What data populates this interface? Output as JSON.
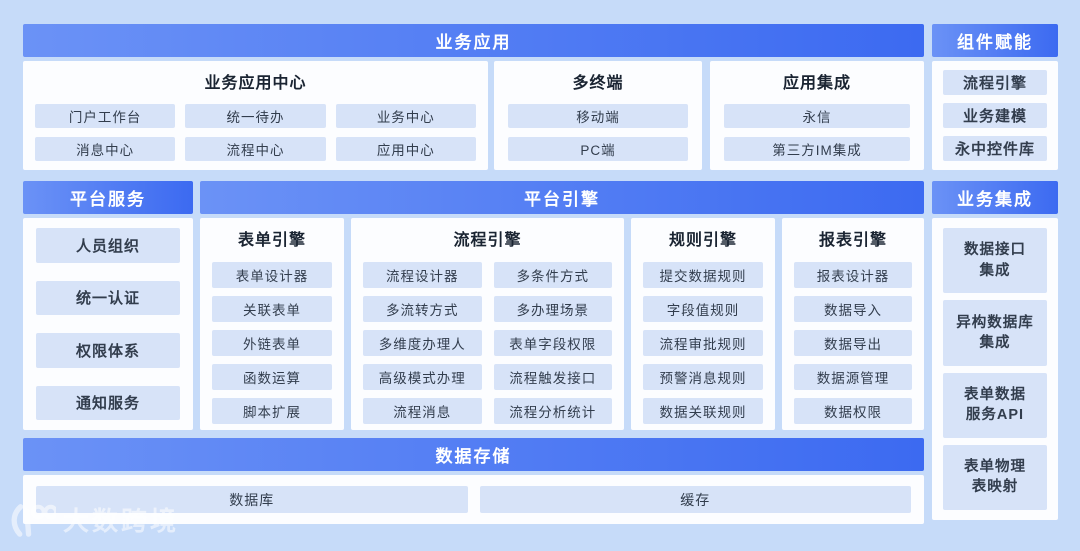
{
  "colors": {
    "bg": "#c6dbf9",
    "banner_start": "#6b92f6",
    "banner_end": "#3c6af1",
    "panel": "#fcfdff",
    "pill": "#d7e3f8",
    "title_text": "#1a2432",
    "pill_text": "#323d4d",
    "banner_text": "#ffffff"
  },
  "business_apps": {
    "banner": "业务应用",
    "center": {
      "title": "业务应用中心",
      "pills": [
        "门户工作台",
        "统一待办",
        "业务中心",
        "消息中心",
        "流程中心",
        "应用中心"
      ]
    },
    "terminals": {
      "title": "多终端",
      "pills": [
        "移动端",
        "PC端"
      ]
    },
    "app_integration": {
      "title": "应用集成",
      "pills": [
        "永信",
        "第三方IM集成"
      ]
    }
  },
  "component_empowerment": {
    "banner": "组件赋能",
    "pills": [
      "流程引擎",
      "业务建模",
      "永中控件库"
    ]
  },
  "platform_services": {
    "banner": "平台服务",
    "pills": [
      "人员组织",
      "统一认证",
      "权限体系",
      "通知服务"
    ]
  },
  "platform_engine": {
    "banner": "平台引擎",
    "form_engine": {
      "title": "表单引擎",
      "pills": [
        "表单设计器",
        "关联表单",
        "外链表单",
        "函数运算",
        "脚本扩展"
      ]
    },
    "flow_engine": {
      "title": "流程引擎",
      "pills": [
        "流程设计器",
        "多条件方式",
        "多流转方式",
        "多办理场景",
        "多维度办理人",
        "表单字段权限",
        "高级模式办理",
        "流程触发接口",
        "流程消息",
        "流程分析统计"
      ]
    },
    "rule_engine": {
      "title": "规则引擎",
      "pills": [
        "提交数据规则",
        "字段值规则",
        "流程审批规则",
        "预警消息规则",
        "数据关联规则"
      ]
    },
    "report_engine": {
      "title": "报表引擎",
      "pills": [
        "报表设计器",
        "数据导入",
        "数据导出",
        "数据源管理",
        "数据权限"
      ]
    }
  },
  "business_integration": {
    "banner": "业务集成",
    "pills": [
      "数据接口\n集成",
      "异构数据库\n集成",
      "表单数据\n服务API",
      "表单物理\n表映射"
    ]
  },
  "data_storage": {
    "banner": "数据存储",
    "pills": [
      "数据库",
      "缓存"
    ]
  },
  "watermark": {
    "text": "大数跨境"
  }
}
